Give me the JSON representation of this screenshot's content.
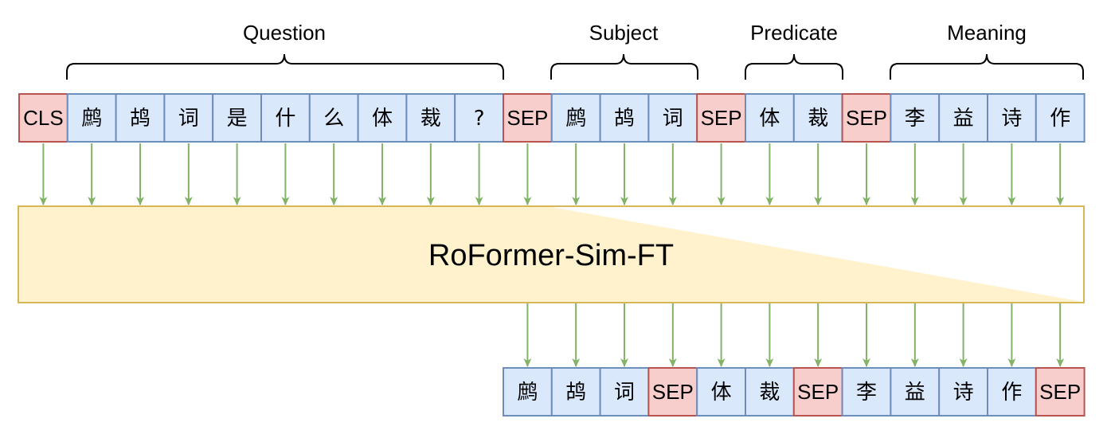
{
  "colors": {
    "normal_fill": "#dae8fc",
    "normal_stroke": "#6c8ebf",
    "special_fill": "#f8cecc",
    "special_stroke": "#b85450",
    "model_fill": "#fff2cc",
    "model_stroke": "#d6b656",
    "arrow": "#82b366",
    "brace": "#000000"
  },
  "groups": [
    {
      "label": "Question"
    },
    {
      "label": "Subject"
    },
    {
      "label": "Predicate"
    },
    {
      "label": "Meaning"
    }
  ],
  "model": {
    "label": "RoFormer-Sim-FT"
  },
  "input_tokens": [
    {
      "text": "CLS",
      "special": true
    },
    {
      "text": "鹧",
      "special": false
    },
    {
      "text": "鸪",
      "special": false
    },
    {
      "text": "词",
      "special": false
    },
    {
      "text": "是",
      "special": false
    },
    {
      "text": "什",
      "special": false
    },
    {
      "text": "么",
      "special": false
    },
    {
      "text": "体",
      "special": false
    },
    {
      "text": "裁",
      "special": false
    },
    {
      "text": "?",
      "special": false
    },
    {
      "text": "SEP",
      "special": true
    },
    {
      "text": "鹧",
      "special": false
    },
    {
      "text": "鸪",
      "special": false
    },
    {
      "text": "词",
      "special": false
    },
    {
      "text": "SEP",
      "special": true
    },
    {
      "text": "体",
      "special": false
    },
    {
      "text": "裁",
      "special": false
    },
    {
      "text": "SEP",
      "special": true
    },
    {
      "text": "李",
      "special": false
    },
    {
      "text": "益",
      "special": false
    },
    {
      "text": "诗",
      "special": false
    },
    {
      "text": "作",
      "special": false
    }
  ],
  "output_tokens": [
    {
      "text": "鹧",
      "special": false
    },
    {
      "text": "鸪",
      "special": false
    },
    {
      "text": "词",
      "special": false
    },
    {
      "text": "SEP",
      "special": true
    },
    {
      "text": "体",
      "special": false
    },
    {
      "text": "裁",
      "special": false
    },
    {
      "text": "SEP",
      "special": true
    },
    {
      "text": "李",
      "special": false
    },
    {
      "text": "益",
      "special": false
    },
    {
      "text": "诗",
      "special": false
    },
    {
      "text": "作",
      "special": false
    },
    {
      "text": "SEP",
      "special": true
    }
  ]
}
